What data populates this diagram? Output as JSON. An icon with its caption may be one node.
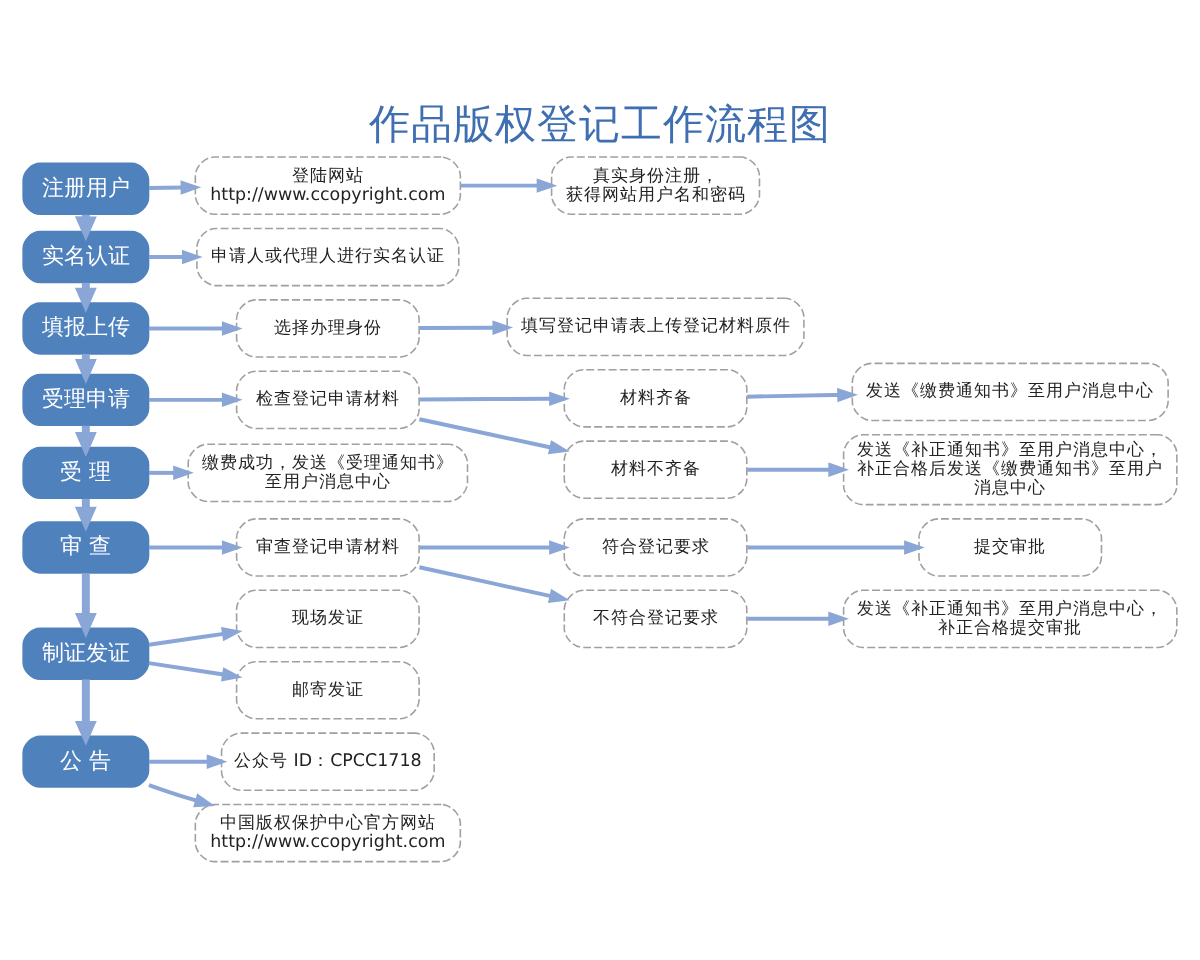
{
  "diagram": {
    "title": "作品版权登记工作流程图",
    "nodes": [
      {
        "text": [
          "注册用户"
        ]
      },
      {
        "text": [
          "登陆网站 http://www.ccopyright.com"
        ]
      },
      {
        "text": [
          "真实身份注册，获得网站用户名和密码"
        ]
      },
      {
        "text": [
          "实名认证"
        ]
      },
      {
        "text": [
          "申请人或代理人进行实名认证"
        ]
      },
      {
        "text": [
          "填报上传"
        ]
      },
      {
        "text": [
          "选择办理身份"
        ]
      },
      {
        "text": [
          "填写登记申请表上传登记材料原件"
        ]
      },
      {
        "text": [
          "受理申请"
        ]
      },
      {
        "text": [
          "检查登记申请材料"
        ]
      },
      {
        "text": [
          "材料齐备"
        ]
      },
      {
        "text": [
          "发送《缴费通知书》至用户消息中心"
        ]
      },
      {
        "text": [
          "材料不齐备"
        ]
      },
      {
        "text": [
          "发送《补正通知书》至用户消息中心，补正合格后发送《缴费通知书》至用户消息中心"
        ]
      },
      {
        "text": [
          "受 理"
        ]
      },
      {
        "text": [
          "缴费成功，发送《受理通知书》至用户消息中心"
        ]
      },
      {
        "text": [
          "审 查"
        ]
      },
      {
        "text": [
          "审查登记申请材料"
        ]
      },
      {
        "text": [
          "符合登记要求"
        ]
      },
      {
        "text": [
          "提交审批"
        ]
      },
      {
        "text": [
          "不符合登记要求"
        ]
      },
      {
        "text": [
          "发送《补正通知书》至用户消息中心，补正合格提交审批"
        ]
      },
      {
        "text": [
          "制证发证"
        ]
      },
      {
        "text": [
          "现场发证"
        ]
      },
      {
        "text": [
          "邮寄发证"
        ]
      },
      {
        "text": [
          "公 告"
        ]
      },
      {
        "text": [
          "公众号 ID：CPCC1718"
        ]
      },
      {
        "text": [
          "中国版权保护中心官方网站 http://www.ccopyright.com"
        ]
      }
    ],
    "edges": [
      {
        "from": 0,
        "to": 1,
        "arrow": "to"
      },
      {
        "from": 1,
        "to": 2,
        "arrow": "to"
      },
      {
        "from": 0,
        "to": 3,
        "arrow": "to",
        "style": "thick"
      },
      {
        "from": 3,
        "to": 4,
        "arrow": "to"
      },
      {
        "from": 3,
        "to": 5,
        "arrow": "to",
        "style": "thick"
      },
      {
        "from": 5,
        "to": 6,
        "arrow": "to"
      },
      {
        "from": 6,
        "to": 7,
        "arrow": "to"
      },
      {
        "from": 5,
        "to": 8,
        "arrow": "to",
        "style": "thick"
      },
      {
        "from": 8,
        "to": 9,
        "arrow": "to"
      },
      {
        "from": 9,
        "to": 10,
        "arrow": "to"
      },
      {
        "from": 9,
        "to": 12,
        "arrow": "to"
      },
      {
        "from": 10,
        "to": 11,
        "arrow": "to"
      },
      {
        "from": 12,
        "to": 13,
        "arrow": "to"
      },
      {
        "from": 8,
        "to": 14,
        "arrow": "to",
        "style": "thick"
      },
      {
        "from": 14,
        "to": 15,
        "arrow": "to"
      },
      {
        "from": 14,
        "to": 16,
        "arrow": "to",
        "style": "thick"
      },
      {
        "from": 16,
        "to": 17,
        "arrow": "to"
      },
      {
        "from": 17,
        "to": 18,
        "arrow": "to"
      },
      {
        "from": 17,
        "to": 20,
        "arrow": "to"
      },
      {
        "from": 18,
        "to": 19,
        "arrow": "to"
      },
      {
        "from": 20,
        "to": 21,
        "arrow": "to"
      },
      {
        "from": 16,
        "to": 22,
        "arrow": "to",
        "style": "thick"
      },
      {
        "from": 22,
        "to": 23,
        "arrow": "to"
      },
      {
        "from": 22,
        "to": 24,
        "arrow": "to"
      },
      {
        "from": 22,
        "to": 25,
        "arrow": "to",
        "style": "thick"
      },
      {
        "from": 25,
        "to": 26,
        "arrow": "to"
      },
      {
        "from": 25,
        "to": 27,
        "arrow": "to"
      }
    ]
  }
}
